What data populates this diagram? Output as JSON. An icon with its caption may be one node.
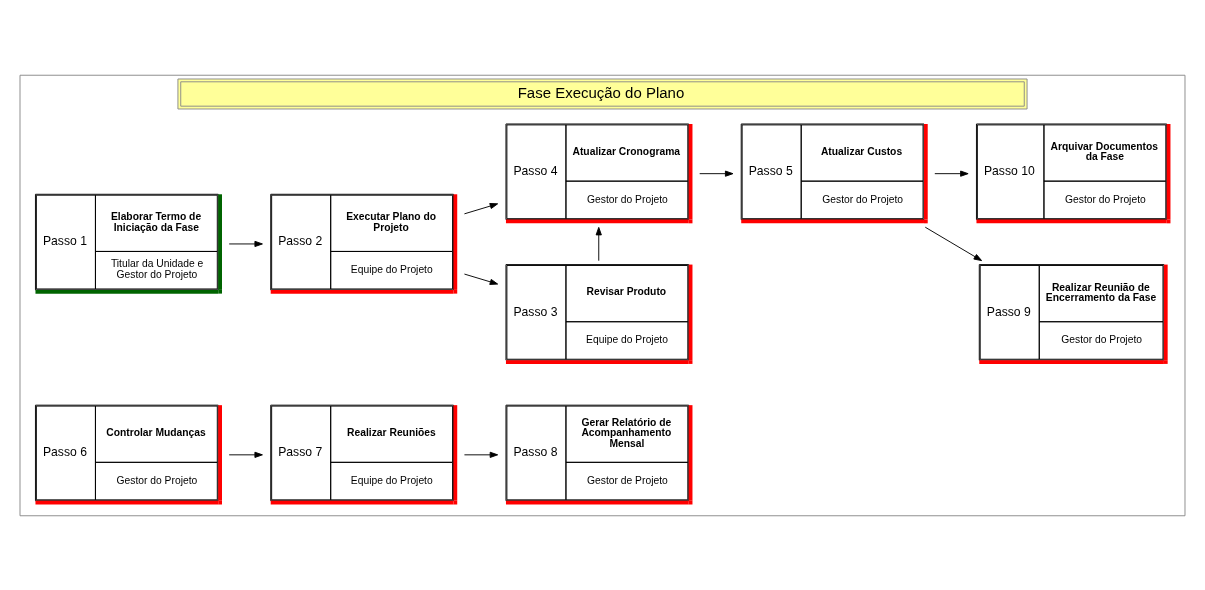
{
  "diagram": {
    "nodes": [
      {
        "text": [
          "Fase Execução do Plano"
        ]
      },
      {
        "text": [
          "Passo 1",
          "Elaborar Termo de Iniciação da Fase",
          "Titular da Unidade e Gestor do Projeto"
        ],
        "in": 0
      },
      {
        "text": [
          "Passo 2",
          "Executar Plano do Projeto",
          "Equipe do Projeto"
        ],
        "in": 0
      },
      {
        "text": [
          "Passo 3",
          "Revisar Produto",
          "Equipe do Projeto"
        ],
        "in": 0
      },
      {
        "text": [
          "Passo 4",
          "Atualizar Cronograma",
          "Gestor do Projeto"
        ],
        "in": 0
      },
      {
        "text": [
          "Passo 5",
          "Atualizar Custos",
          "Gestor do Projeto"
        ],
        "in": 0
      },
      {
        "text": [
          "Passo 9",
          "Realizar Reunião de Encerramento da Fase",
          "Gestor do Projeto"
        ],
        "in": 0
      },
      {
        "text": [
          "Passo 6",
          "Controlar Mudanças",
          "Gestor do Projeto"
        ],
        "in": 0
      },
      {
        "text": [
          "Passo 7",
          "Realizar Reuniões",
          "Equipe do Projeto"
        ],
        "in": 0
      },
      {
        "text": [
          "Passo 8",
          "Gerar Relatório de Acompanhamento Mensal",
          "Gestor de Projeto"
        ],
        "in": 0
      },
      {
        "text": [
          "Passo 10",
          "Arquivar Documentos da Fase",
          "Gestor do Projeto"
        ],
        "in": 0
      }
    ],
    "edges": [
      {
        "from": 1,
        "to": 2,
        "arrow": "to"
      },
      {
        "from": 2,
        "to": 3,
        "arrow": "to"
      },
      {
        "from": 3,
        "to": 4,
        "arrow": "to"
      },
      {
        "from": 2,
        "to": 4,
        "arrow": "to"
      },
      {
        "from": 4,
        "to": 5,
        "arrow": "to"
      },
      {
        "from": 5,
        "to": 6,
        "arrow": "to"
      },
      {
        "from": 5,
        "to": 10,
        "arrow": "to"
      },
      {
        "from": 7,
        "to": 8,
        "arrow": "to"
      },
      {
        "from": 8,
        "to": 9,
        "arrow": "to"
      }
    ]
  }
}
